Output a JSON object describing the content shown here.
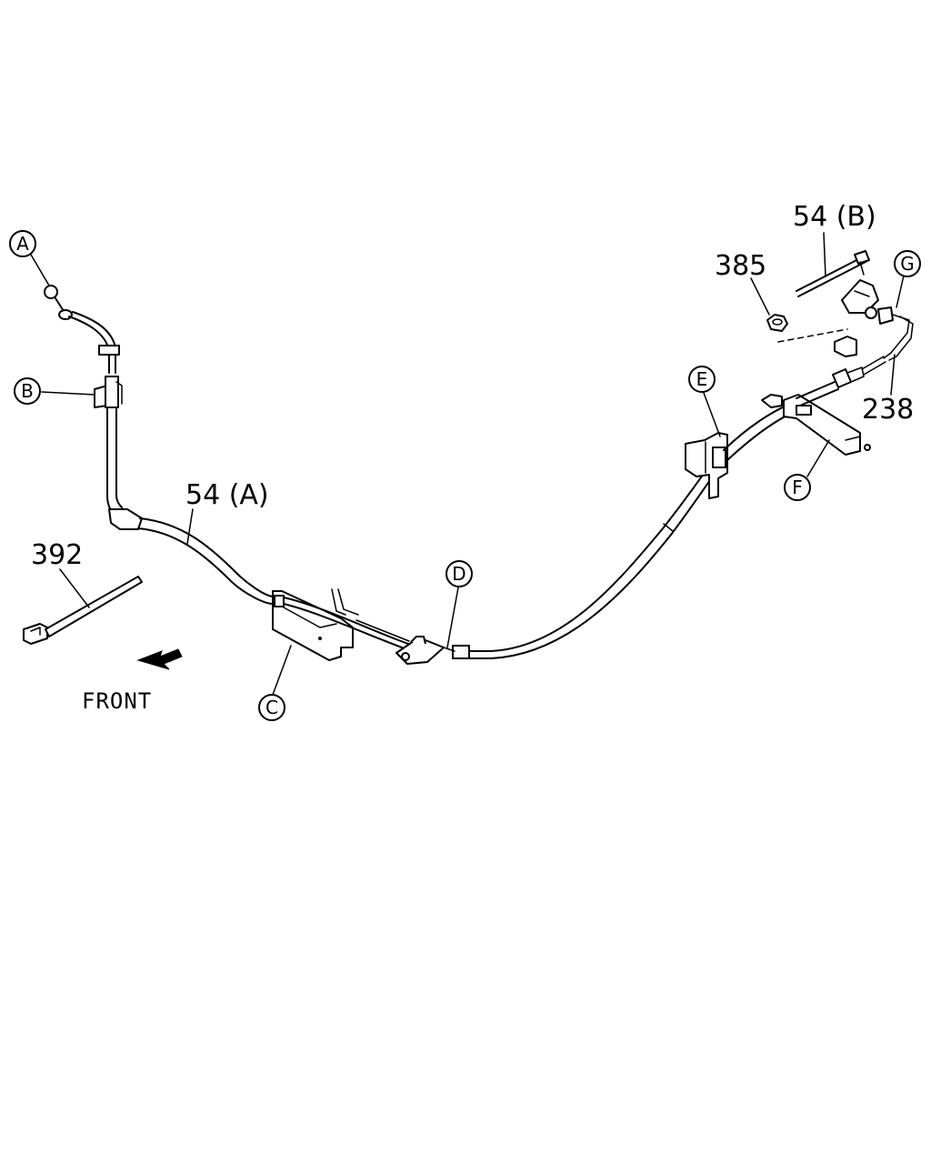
{
  "callouts": {
    "a": "A",
    "b": "B",
    "c": "C",
    "d": "D",
    "e": "E",
    "f": "F",
    "g": "G"
  },
  "part_numbers": {
    "cable_front": "54 (A)",
    "cable_rear": "54 (B)",
    "nut": "385",
    "tie": "392",
    "clip": "238"
  },
  "direction_label": "FRONT"
}
